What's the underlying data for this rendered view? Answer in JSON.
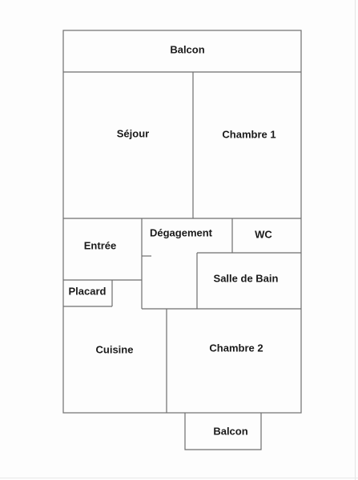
{
  "floor_plan": {
    "rooms": {
      "balcon_top": "Balcon",
      "sejour": "Séjour",
      "chambre1": "Chambre 1",
      "entree": "Entrée",
      "degagement": "Dégagement",
      "wc": "WC",
      "salle_de_bain": "Salle de Bain",
      "placard": "Placard",
      "cuisine": "Cuisine",
      "chambre2": "Chambre 2",
      "balcon_bottom": "Balcon"
    }
  }
}
